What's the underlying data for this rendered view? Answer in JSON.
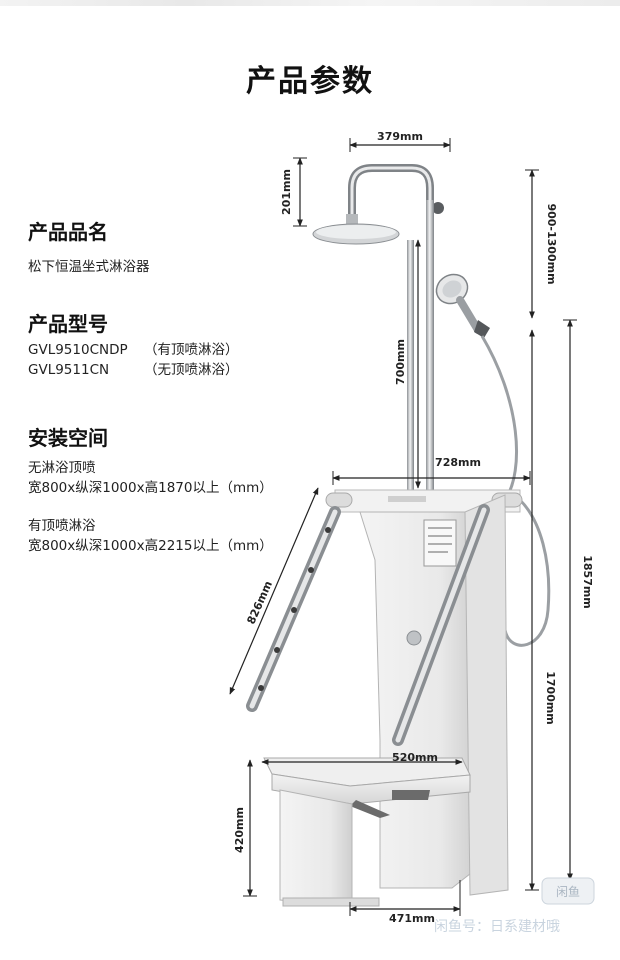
{
  "page_title": "产品参数",
  "sections": {
    "name": {
      "heading": "产品品名",
      "value": "松下恒温坐式淋浴器"
    },
    "model": {
      "heading": "产品型号",
      "rows": [
        {
          "code": "GVL9510CNDP",
          "note": "（有顶喷淋浴）"
        },
        {
          "code": "GVL9511CN",
          "note": "（无顶喷淋浴）"
        }
      ]
    },
    "space": {
      "heading": "安装空间",
      "variants": [
        {
          "label": "无淋浴顶喷",
          "spec": "宽800x纵深1000x高1870以上（mm）"
        },
        {
          "label": "有顶喷淋浴",
          "spec": "宽800x纵深1000x高2215以上（mm）"
        }
      ]
    }
  },
  "dimensions": {
    "head_width": "379mm",
    "head_height": "201mm",
    "bar_height": "700mm",
    "adjust_range": "900-1300mm",
    "unit_width": "728mm",
    "arm_length": "826mm",
    "total_height": "1857mm",
    "body_height": "1700mm",
    "seat_width": "520mm",
    "seat_height": "420mm",
    "base_width": "471mm"
  },
  "watermark": {
    "app": "闲鱼",
    "text": "闲鱼号：日系建材哦"
  }
}
